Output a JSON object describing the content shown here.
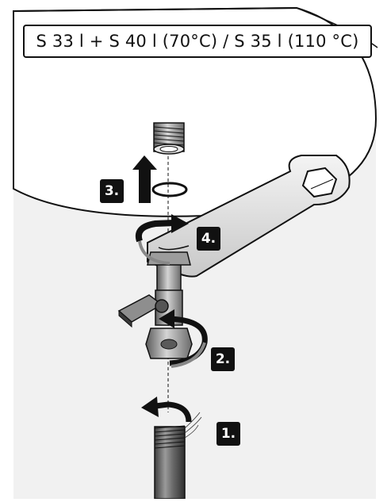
{
  "title": "S 33 l + S 40 l (70°C) / S 35 l (110 °C)",
  "steps": [
    "1.",
    "2.",
    "3.",
    "4."
  ],
  "icons": [
    "boiler-tank",
    "threaded-outlet",
    "o-ring",
    "spanner",
    "nipple-fitting",
    "angle-valve",
    "supply-pipe",
    "rotation-arrow",
    "lift-arrow"
  ],
  "colors": {
    "line": "#111111",
    "metal_dark": "#555555",
    "metal_light": "#cfcfcf",
    "background_panel": "#f1f1f1"
  }
}
